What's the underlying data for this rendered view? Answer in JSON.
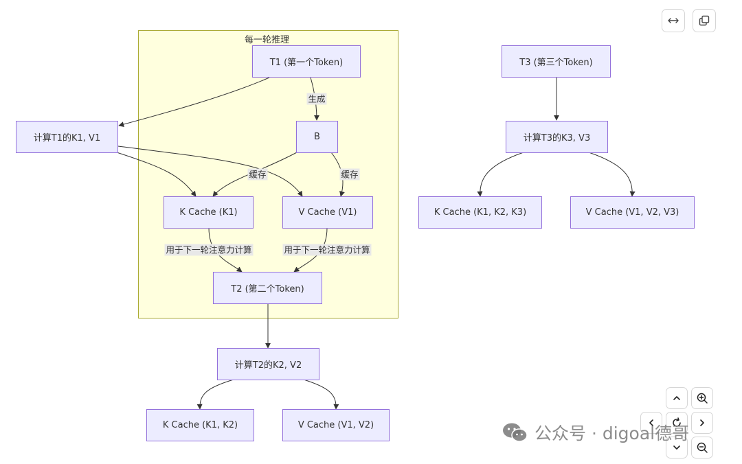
{
  "subgraph": {
    "title": "每一轮推理"
  },
  "nodes": {
    "t1": "T1 (第一个Token)",
    "calc_t1": "计算T1的K1, V1",
    "b": "B",
    "k_cache_1": "K Cache (K1)",
    "v_cache_1": "V Cache (V1)",
    "t2": "T2 (第二个Token)",
    "calc_t2": "计算T2的K2, V2",
    "k_cache_2": "K Cache (K1, K2)",
    "v_cache_2": "V Cache (V1, V2)",
    "t3": "T3 (第三个Token)",
    "calc_t3": "计算T3的K3, V3",
    "k_cache_3": "K Cache (K1, K2, K3)",
    "v_cache_3": "V Cache (V1, V2, V3)"
  },
  "edge_labels": {
    "generate": "生成",
    "cache_left": "缓存",
    "cache_right": "缓存",
    "next_attention_k": "用于下一轮注意力计算",
    "next_attention_v": "用于下一轮注意力计算"
  },
  "edges": [
    {
      "from": "t1",
      "to": "calc_t1"
    },
    {
      "from": "t1",
      "to": "b",
      "label": "generate"
    },
    {
      "from": "calc_t1",
      "to": "k_cache_1"
    },
    {
      "from": "calc_t1",
      "to": "v_cache_1"
    },
    {
      "from": "b",
      "to": "k_cache_1",
      "label": "cache_left"
    },
    {
      "from": "b",
      "to": "v_cache_1",
      "label": "cache_right"
    },
    {
      "from": "k_cache_1",
      "to": "t2",
      "label": "next_attention_k"
    },
    {
      "from": "v_cache_1",
      "to": "t2",
      "label": "next_attention_v"
    },
    {
      "from": "t2",
      "to": "calc_t2"
    },
    {
      "from": "calc_t2",
      "to": "k_cache_2"
    },
    {
      "from": "calc_t2",
      "to": "v_cache_2"
    },
    {
      "from": "t3",
      "to": "calc_t3"
    },
    {
      "from": "calc_t3",
      "to": "k_cache_3"
    },
    {
      "from": "calc_t3",
      "to": "v_cache_3"
    }
  ],
  "watermark": {
    "text": "公众号 · digoal德哥"
  },
  "colors": {
    "node_fill": "#ECECFF",
    "node_stroke": "#9370DB",
    "subgraph_fill": "#ffffde",
    "subgraph_stroke": "#aaaa33",
    "edge": "#333333",
    "edge_label_bg": "#e8e8e8"
  },
  "icons": [
    "expand-horizontal-icon",
    "copy-icon",
    "pan-up-icon",
    "zoom-in-icon",
    "pan-left-icon",
    "reset-icon",
    "pan-right-icon",
    "pan-down-icon",
    "zoom-out-icon",
    "wechat-icon"
  ]
}
